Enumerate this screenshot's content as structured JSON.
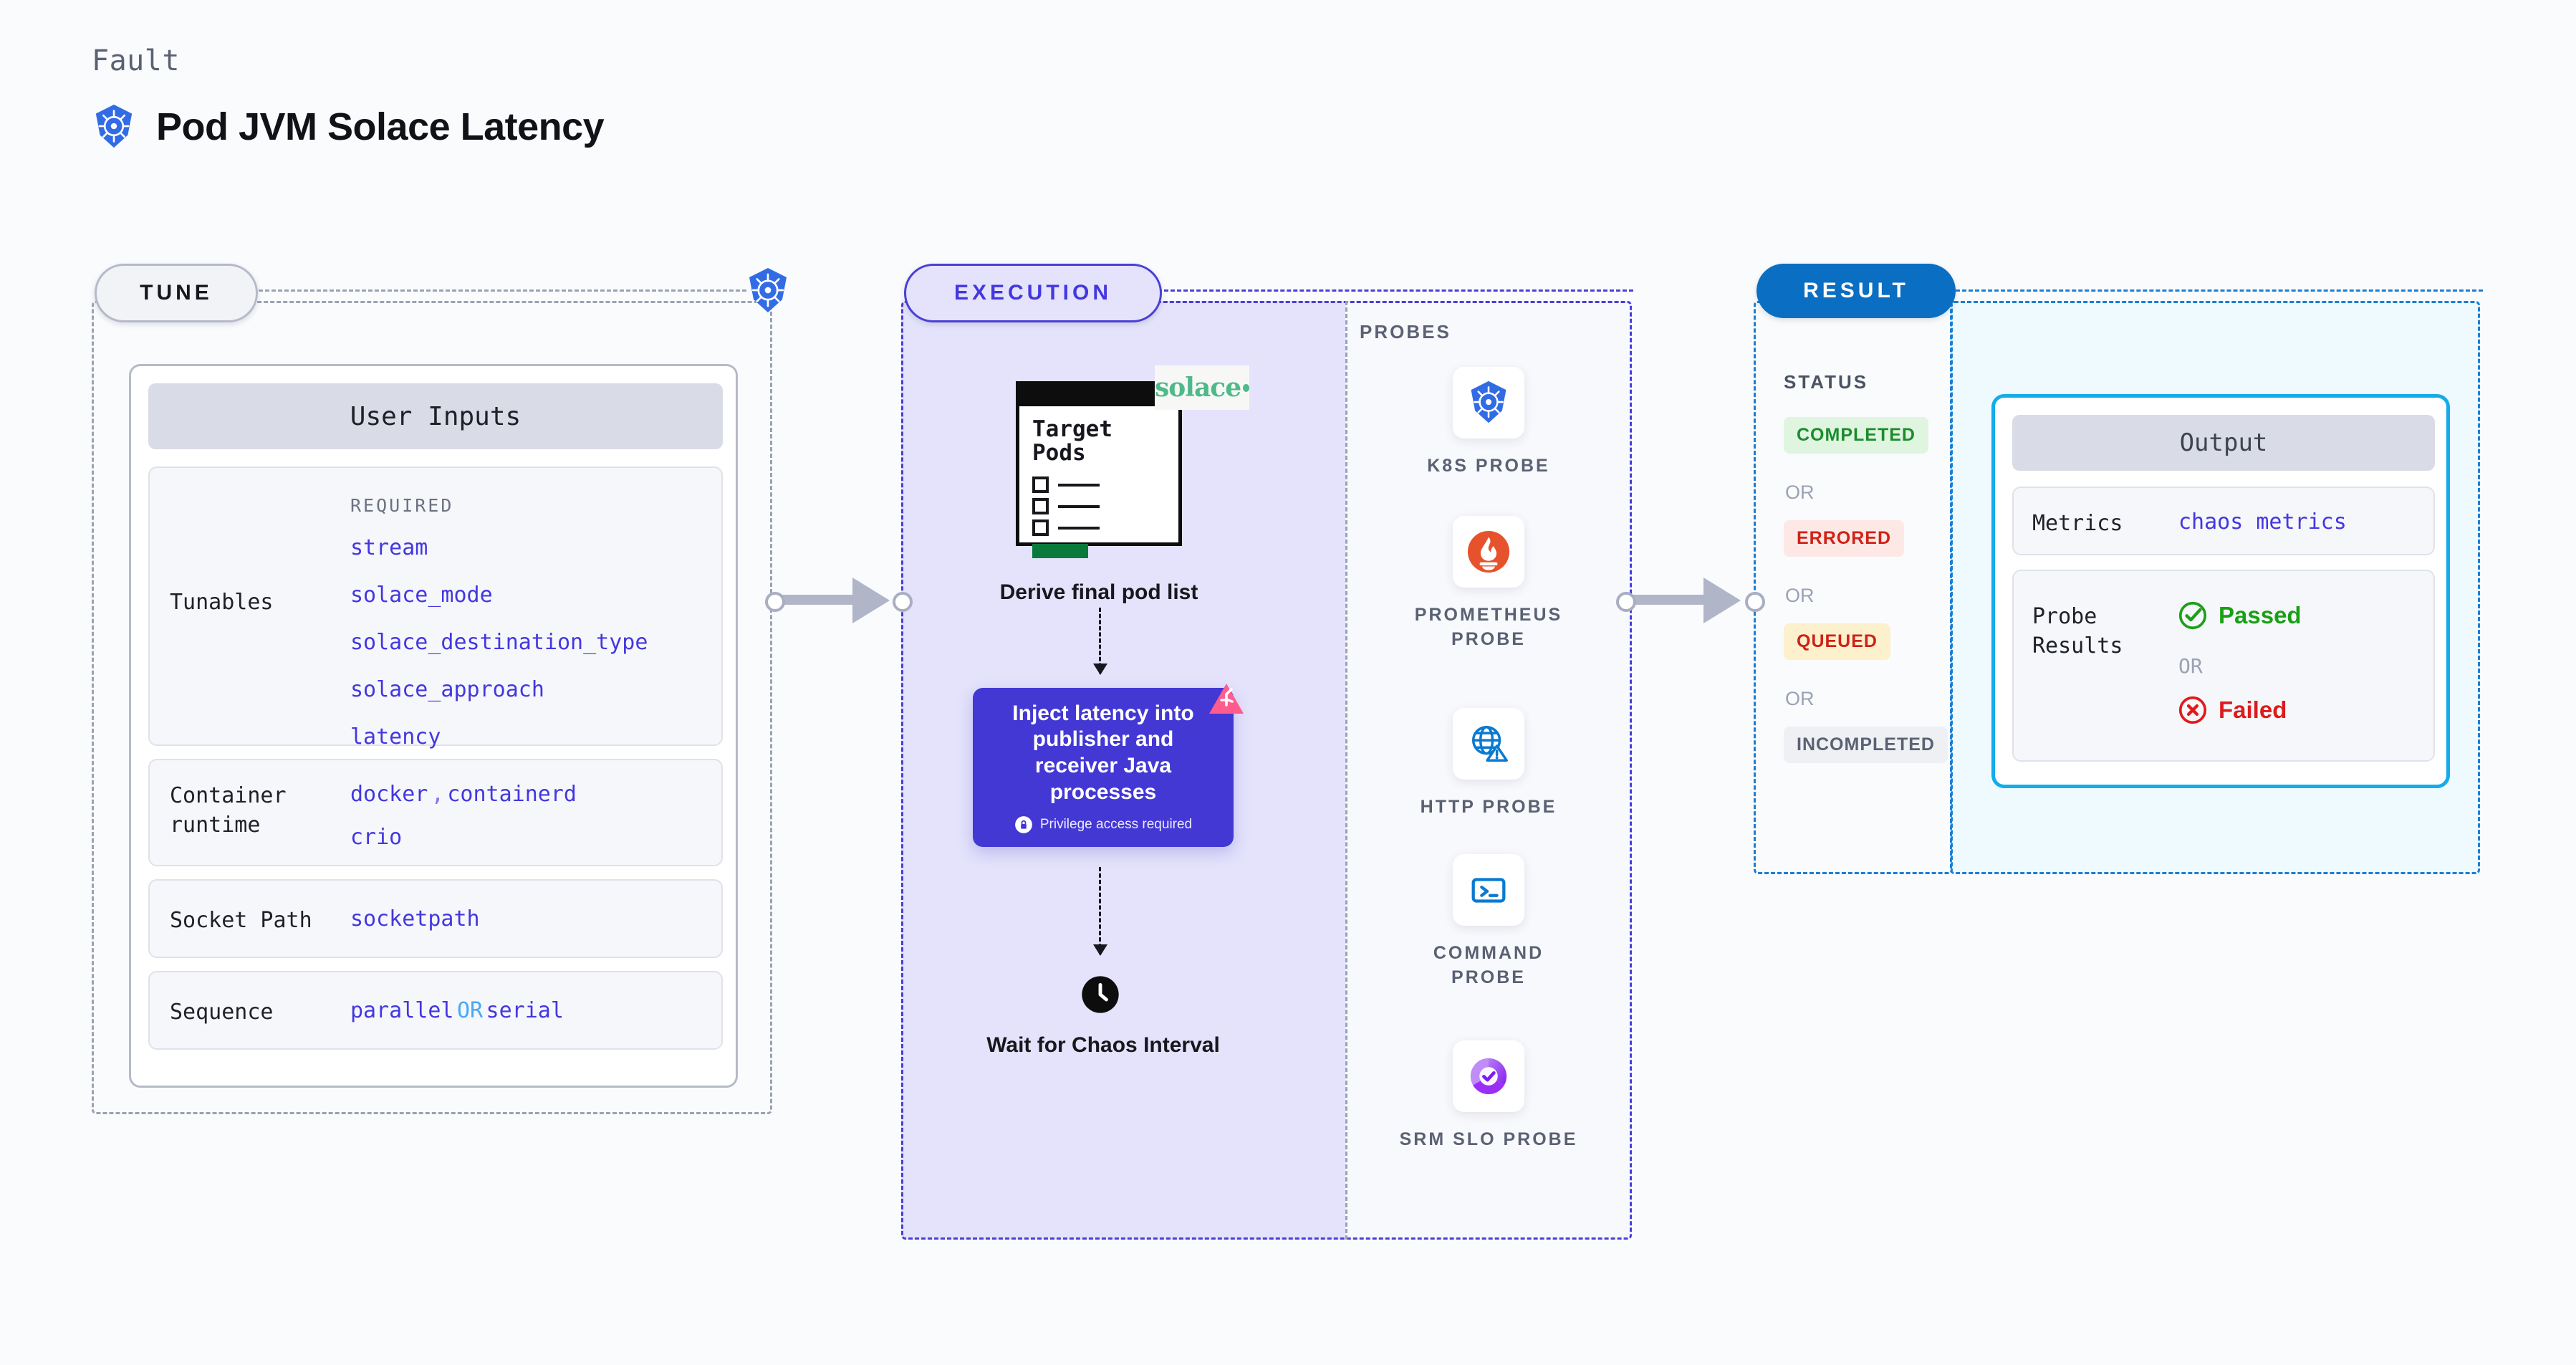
{
  "header": {
    "kicker": "Fault",
    "title": "Pod JVM Solace Latency",
    "icon": "kubernetes-icon"
  },
  "tune": {
    "pill_label": "TUNE",
    "node_icon": "kubernetes-icon",
    "card_title": "User Inputs",
    "tunables": {
      "label": "Tunables",
      "required_label": "REQUIRED",
      "items": [
        "stream",
        "solace_mode",
        "solace_destination_type",
        "solace_approach",
        "latency"
      ]
    },
    "rows": [
      {
        "label": "Container runtime",
        "values": [
          "docker",
          ",",
          "containerd",
          "crio"
        ]
      },
      {
        "label": "Socket Path",
        "values": [
          "socketpath"
        ]
      },
      {
        "label": "Sequence",
        "values": [
          "parallel",
          "OR",
          "serial"
        ]
      }
    ]
  },
  "execution": {
    "pill_label": "EXECUTION",
    "pod_card": {
      "title_line1": "Target",
      "title_line2": "Pods",
      "logo_text": "solace",
      "logo_icon": "solace-dot-icon"
    },
    "derive_label": "Derive final pod list",
    "inject": {
      "text": "Inject latency into publisher and receiver Java processes",
      "privilege_note": "Privilege access required",
      "lock_icon": "lock-icon",
      "badge_icon": "litmus-chaos-icon"
    },
    "wait": {
      "icon": "clock-icon",
      "label": "Wait for Chaos Interval"
    }
  },
  "probes": {
    "section_label": "PROBES",
    "items": [
      {
        "name": "K8S PROBE",
        "icon": "kubernetes-icon"
      },
      {
        "name": "PROMETHEUS PROBE",
        "icon": "prometheus-icon"
      },
      {
        "name": "HTTP PROBE",
        "icon": "http-globe-warning-icon"
      },
      {
        "name": "COMMAND PROBE",
        "icon": "terminal-icon"
      },
      {
        "name": "SRM SLO PROBE",
        "icon": "srm-slo-icon"
      }
    ]
  },
  "result": {
    "pill_label": "RESULT",
    "status_label": "STATUS",
    "or_label": "OR",
    "statuses": [
      {
        "text": "COMPLETED",
        "bg": "#dff5e0",
        "fg": "#1b8c2c"
      },
      {
        "text": "ERRORED",
        "bg": "#fde8e6",
        "fg": "#cf2216"
      },
      {
        "text": "QUEUED",
        "bg": "#fcf0cd",
        "fg": "#cf2216"
      },
      {
        "text": "INCOMPLETED",
        "bg": "#eef0f4",
        "fg": "#5a6173"
      }
    ]
  },
  "output": {
    "card_title": "Output",
    "rows": [
      {
        "label": "Metrics",
        "value": "chaos metrics"
      }
    ],
    "probe_results": {
      "label": "Probe Results",
      "passed": "Passed",
      "failed": "Failed",
      "or_label": "OR",
      "passed_icon": "check-circle-icon",
      "failed_icon": "x-circle-icon"
    }
  },
  "connectors": {
    "arrow_icon": "arrow-right-icon"
  },
  "colors": {
    "accent_purple": "#4337e0",
    "accent_blue": "#0a6fc2",
    "accent_cyan": "#13acea",
    "k8s_blue": "#326ce5",
    "prometheus_orange": "#e6522c",
    "solace_green": "#4fb98a",
    "chaos_pink": "#ff5c8d"
  }
}
